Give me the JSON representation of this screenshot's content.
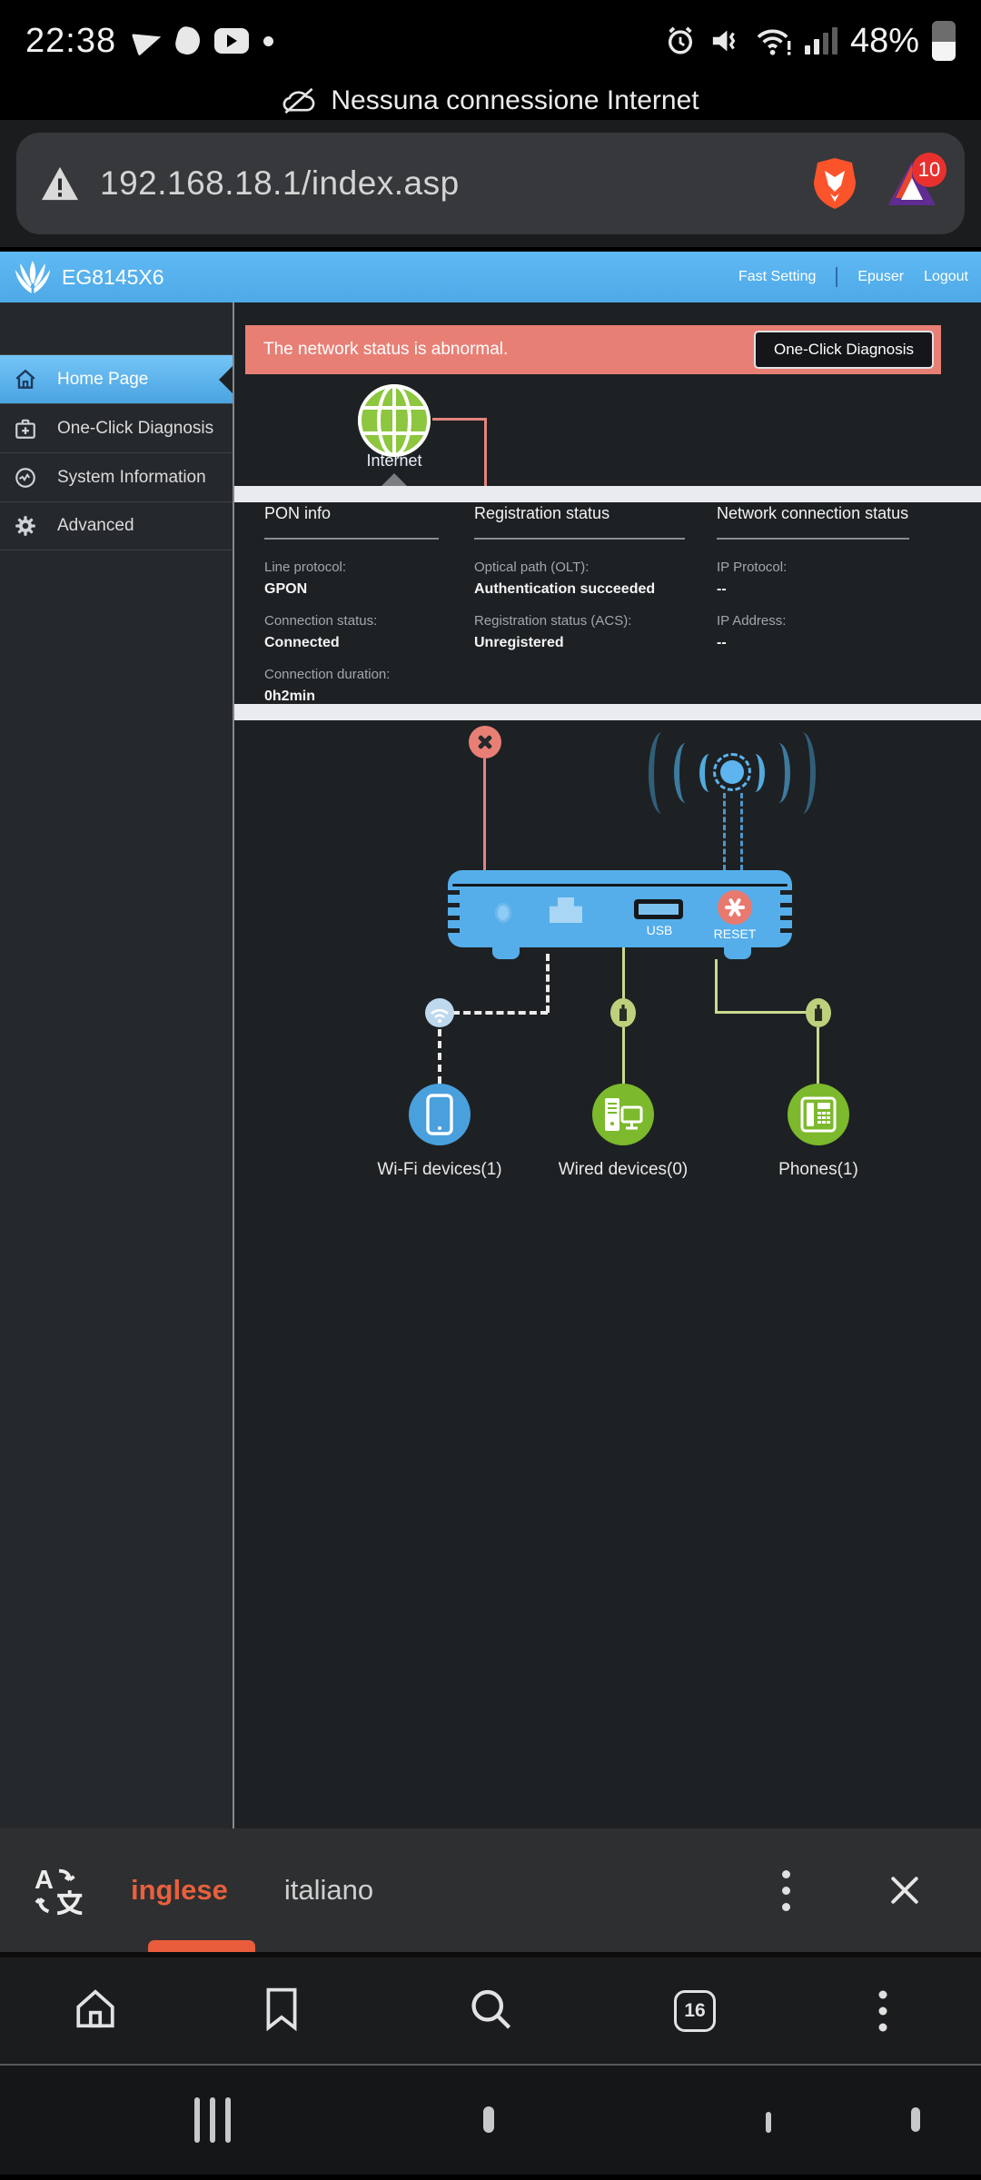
{
  "status_bar": {
    "time": "22:38",
    "battery": "48%"
  },
  "notification": {
    "text": "Nessuna connessione Internet"
  },
  "address_bar": {
    "url": "192.168.18.1/index.asp",
    "rewards_badge": "10"
  },
  "router_header": {
    "model": "EG8145X6",
    "links": [
      "Fast Setting",
      "Epuser",
      "Logout"
    ]
  },
  "sidebar": {
    "items": [
      {
        "label": "Home Page"
      },
      {
        "label": "One-Click Diagnosis"
      },
      {
        "label": "System Information"
      },
      {
        "label": "Advanced"
      }
    ]
  },
  "alert": {
    "message": "The network status is abnormal.",
    "button": "One-Click Diagnosis"
  },
  "topology": {
    "internet_label": "Internet",
    "usb_label": "USB",
    "reset_label": "RESET",
    "devices": [
      {
        "label": "Wi-Fi devices(1)"
      },
      {
        "label": "Wired devices(0)"
      },
      {
        "label": "Phones(1)"
      }
    ]
  },
  "status_panels": [
    {
      "title": "PON info",
      "rows": [
        {
          "label": "Line protocol:",
          "value": "GPON"
        },
        {
          "label": "Connection status:",
          "value": "Connected"
        },
        {
          "label": "Connection duration:",
          "value": "0h2min"
        }
      ]
    },
    {
      "title": "Registration status",
      "rows": [
        {
          "label": "Optical path (OLT):",
          "value": "Authentication succeeded"
        },
        {
          "label": "Registration status (ACS):",
          "value": "Unregistered"
        }
      ]
    },
    {
      "title": "Network connection status",
      "rows": [
        {
          "label": "IP Protocol:",
          "value": "--"
        },
        {
          "label": "IP Address:",
          "value": "--"
        }
      ]
    }
  ],
  "translate_bar": {
    "source": "inglese",
    "target": "italiano"
  },
  "browser_toolbar": {
    "tab_count": "16"
  },
  "colors": {
    "header_blue": "#55aeeb",
    "alert_red": "#e87f75",
    "device_green": "#7cb92c",
    "accent_orange": "#ea5d3c"
  }
}
